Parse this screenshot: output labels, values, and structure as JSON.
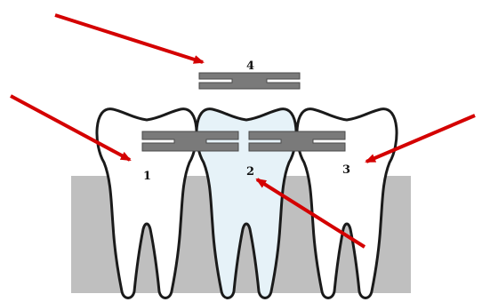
{
  "labels": {
    "tooth_1": "1",
    "tooth_2": "2",
    "tooth_3": "3",
    "splint": "4"
  },
  "colors": {
    "gum": "#bfbfbf",
    "tooth_fill": "#ffffff",
    "tooth_outline": "#1a1a1a",
    "splint": "#7a7a7a",
    "arrow": "#d40000",
    "highlight": "#e6f2f8"
  }
}
